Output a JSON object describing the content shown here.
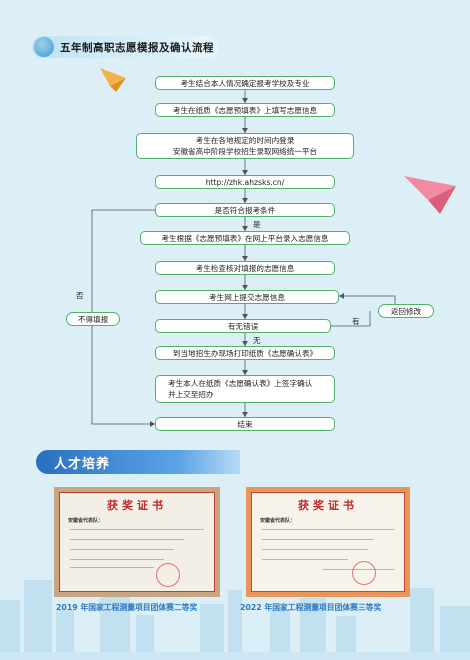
{
  "title": "五年制高职志愿模报及确认流程",
  "flow": {
    "step1": "考生结合本人情况确定报考学校及专业",
    "step2": "考生在纸质《志愿预填表》上填写志愿信息",
    "step3_line1": "考生在各地规定的时间内登录",
    "step3_line2": "安徽省高中阶段学校招生录取网络统一平台",
    "step4": "http://zhk.ahzsks.cn/",
    "step5": "是否符合报考条件",
    "yes_label": "是",
    "step6": "考生根据《志愿预填表》在网上平台录入志愿信息",
    "step7": "考生检查核对填报的志愿信息",
    "step8": "考生网上提交志愿信息",
    "step9": "有无错误",
    "none_label": "无",
    "step10": "到当地招生办现场打印纸质《志愿确认表》",
    "step11_line1": "考生本人在纸质《志愿确认表》上签字确认",
    "step11_line2": "并上交至招办",
    "end": "结束",
    "no_label": "否",
    "not_allowed": "不得填报",
    "has_label": "有",
    "return_modify": "返回修改"
  },
  "talent": {
    "heading": "人才培养",
    "certificates": [
      {
        "title": "获奖证书",
        "recipient": "安徽省代表队：",
        "caption": "2019 年国家工程测量项目团体赛二等奖"
      },
      {
        "title": "获奖证书",
        "recipient": "安徽省代表队：",
        "caption": "2022 年国家工程测量项目团体赛三等奖"
      }
    ]
  },
  "colors": {
    "flow_border": "#4fb26b",
    "banner_blue": "#2a6fc0",
    "caption_blue": "#2b78c4",
    "seal_red": "#c0282a"
  }
}
